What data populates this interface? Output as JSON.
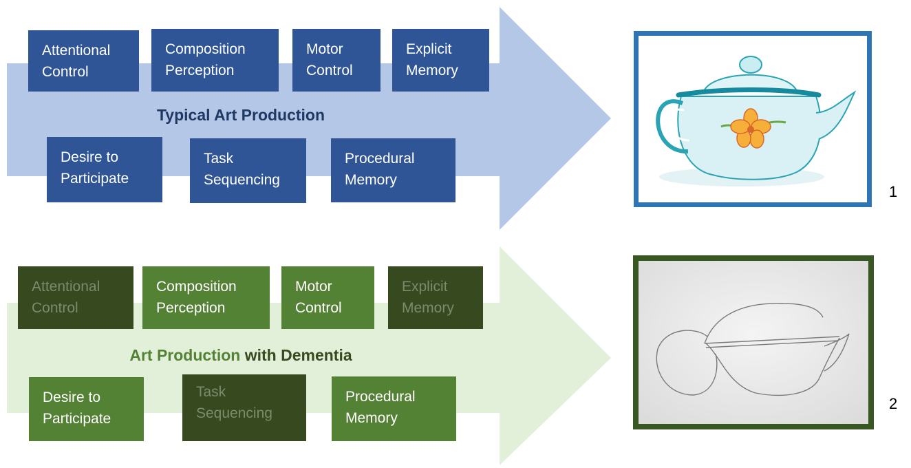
{
  "top": {
    "title": "Typical Art Production",
    "boxes": [
      {
        "line1": "Attentional",
        "line2": "Control"
      },
      {
        "line1": "Composition",
        "line2": "Perception"
      },
      {
        "line1": "Motor",
        "line2": "Control"
      },
      {
        "line1": "Explicit",
        "line2": "Memory"
      },
      {
        "line1": "Desire to",
        "line2": "Participate"
      },
      {
        "line1": "Task",
        "line2": "Sequencing"
      },
      {
        "line1": "Procedural",
        "line2": "Memory"
      }
    ],
    "label": "1"
  },
  "bottom": {
    "title_part1": "Art Production",
    "title_part2": " with Dementia",
    "boxes": [
      {
        "line1": "Attentional",
        "line2": "Control",
        "state": "impaired"
      },
      {
        "line1": "Composition",
        "line2": "Perception",
        "state": "intact"
      },
      {
        "line1": "Motor",
        "line2": "Control",
        "state": "intact"
      },
      {
        "line1": "Explicit",
        "line2": "Memory",
        "state": "impaired"
      },
      {
        "line1": "Desire to",
        "line2": "Participate",
        "state": "intact"
      },
      {
        "line1": "Task",
        "line2": "Sequencing",
        "state": "impaired"
      },
      {
        "line1": "Procedural",
        "line2": "Memory",
        "state": "intact"
      }
    ],
    "label": "2"
  },
  "colors": {
    "blue_arrow": "#b4c7e7",
    "blue_box": "#2f5597",
    "green_arrow": "#e2f0d9",
    "green_box": "#548235",
    "dark_green_box": "#36491f",
    "blue_frame": "#2e75b6",
    "green_frame": "#385723"
  }
}
